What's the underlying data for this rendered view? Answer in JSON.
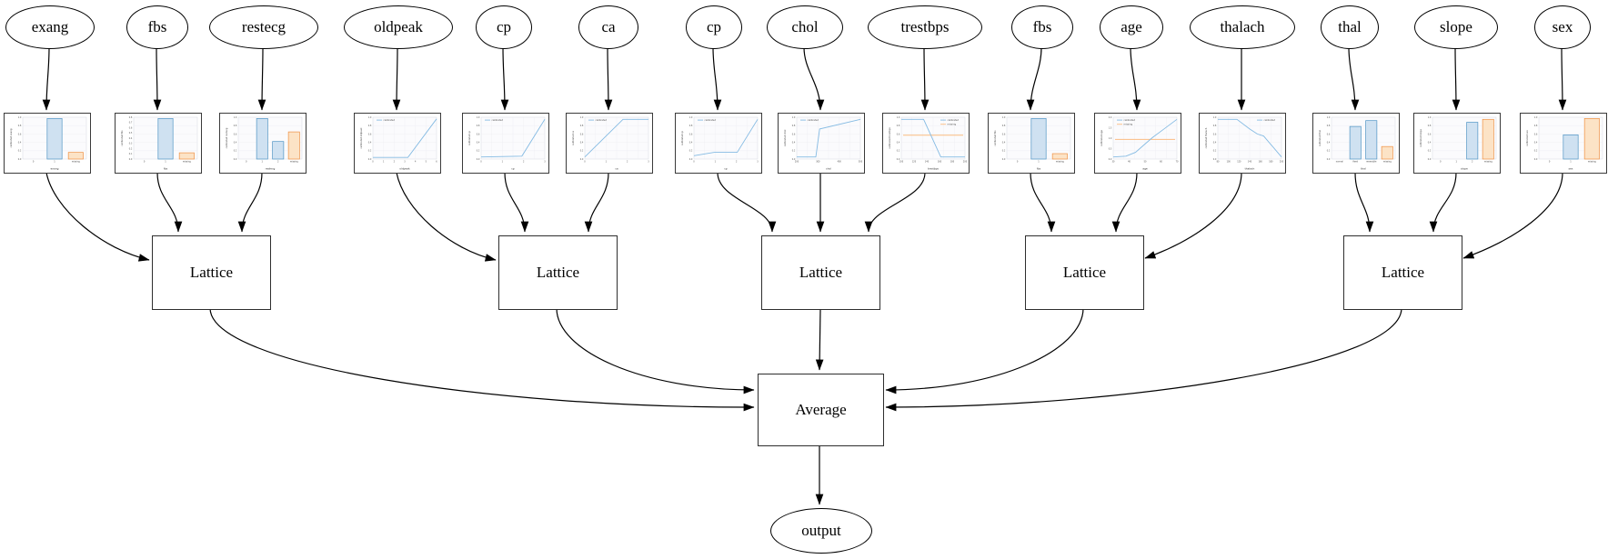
{
  "diagram": {
    "lattice_label": "Lattice",
    "average_label": "Average",
    "output_label": "output"
  },
  "colors": {
    "bar_blue_fill": "#cfe1f1",
    "bar_blue_edge": "#4f94c4",
    "bar_orange_fill": "#fce3c6",
    "bar_orange_edge": "#ef9143",
    "line_blue": "#85bbe3",
    "line_orange": "#fbbd82",
    "edge_black": "#000000"
  },
  "legend_labels": {
    "calibrated": "calibrated",
    "missing": "missing"
  },
  "features": [
    {
      "label": "exang",
      "group": 0,
      "chart": {
        "type": "bar",
        "xlabel": "exang",
        "ylabel": "calibrated exang",
        "yticks": [
          "1.0",
          "0.8",
          "0.6",
          "0.4",
          "0.2",
          "0.0"
        ],
        "categories": [
          "0",
          "1",
          "missing"
        ],
        "values": [
          0,
          0.97,
          0.16
        ],
        "bar_colors": [
          "blue",
          "blue",
          "orange"
        ]
      }
    },
    {
      "label": "fbs",
      "group": 0,
      "chart": {
        "type": "bar",
        "xlabel": "fbs",
        "ylabel": "calibrated fbs",
        "yticks": [
          "0.8",
          "0.7",
          "0.6",
          "0.5",
          "0.4",
          "0.3",
          "0.2",
          "0.1",
          "0.0"
        ],
        "categories": [
          "0",
          "1",
          "missing"
        ],
        "values": [
          0,
          0.97,
          0.15
        ],
        "bar_colors": [
          "blue",
          "blue",
          "orange"
        ]
      }
    },
    {
      "label": "restecg",
      "group": 0,
      "chart": {
        "type": "bar",
        "xlabel": "restecg",
        "ylabel": "calibrated restecg",
        "yticks": [
          "1.0",
          "0.8",
          "0.6",
          "0.4",
          "0.2",
          "0.0"
        ],
        "categories": [
          "0",
          "1",
          "2",
          "missing"
        ],
        "values": [
          0,
          0.97,
          0.42,
          0.65
        ],
        "bar_colors": [
          "blue",
          "blue",
          "blue",
          "orange"
        ]
      }
    },
    {
      "label": "oldpeak",
      "group": 1,
      "chart": {
        "type": "line",
        "xlabel": "oldpeak",
        "ylabel": "calibrated oldpeak",
        "yticks": [
          "1.0",
          "0.8",
          "0.6",
          "0.4",
          "0.2",
          "0.0"
        ],
        "xticks": [
          "0",
          "1",
          "2",
          "3",
          "4",
          "5",
          "6"
        ],
        "points": [
          [
            0,
            0.04
          ],
          [
            0.55,
            0.04
          ],
          [
            1,
            0.96
          ]
        ],
        "legend": [
          "calibrated"
        ],
        "legend_pos": "tl"
      }
    },
    {
      "label": "cp",
      "group": 1,
      "chart": {
        "type": "line",
        "xlabel": "cp",
        "ylabel": "calibrated cp",
        "yticks": [
          "1.0",
          "0.8",
          "0.6",
          "0.4",
          "0.2",
          "0.0"
        ],
        "xticks": [
          "0",
          "1",
          "2",
          "3"
        ],
        "points": [
          [
            0,
            0.05
          ],
          [
            0.64,
            0.07
          ],
          [
            1,
            0.95
          ]
        ],
        "legend": [
          "calibrated"
        ],
        "legend_pos": "tl"
      }
    },
    {
      "label": "ca",
      "group": 1,
      "chart": {
        "type": "line",
        "xlabel": "ca",
        "ylabel": "calibrated ca",
        "yticks": [
          "1.0",
          "0.8",
          "0.6",
          "0.4",
          "0.2",
          "0.0"
        ],
        "xticks": [
          "0",
          "1",
          "2",
          "3"
        ],
        "points": [
          [
            0,
            0.05
          ],
          [
            0.6,
            0.95
          ],
          [
            1,
            0.95
          ]
        ],
        "legend": [
          "calibrated"
        ],
        "legend_pos": "tl"
      }
    },
    {
      "label": "cp",
      "group": 2,
      "chart": {
        "type": "line",
        "xlabel": "cp",
        "ylabel": "calibrated cp",
        "yticks": [
          "1.0",
          "0.8",
          "0.6",
          "0.4",
          "0.2",
          "0.0"
        ],
        "xticks": [
          "0",
          "1",
          "2",
          "3"
        ],
        "points": [
          [
            0,
            0.08
          ],
          [
            0.32,
            0.16
          ],
          [
            0.68,
            0.16
          ],
          [
            1,
            0.95
          ]
        ],
        "legend": [
          "calibrated"
        ],
        "legend_pos": "tl"
      }
    },
    {
      "label": "chol",
      "group": 2,
      "chart": {
        "type": "line",
        "xlabel": "chol",
        "ylabel": "calibrated chol",
        "yticks": [
          "1.0",
          "0.8",
          "0.6",
          "0.4",
          "0.2",
          "0.0"
        ],
        "xticks": [
          "200",
          "300",
          "400",
          "500"
        ],
        "points": [
          [
            0,
            0.05
          ],
          [
            0.3,
            0.05
          ],
          [
            0.36,
            0.72
          ],
          [
            1,
            0.95
          ]
        ],
        "legend": [
          "calibrated"
        ],
        "legend_pos": "tl"
      }
    },
    {
      "label": "trestbps",
      "group": 2,
      "chart": {
        "type": "line",
        "xlabel": "trestbps",
        "ylabel": "calibrated trestbps",
        "yticks": [
          "1.0",
          "0.8",
          "0.6",
          "0.4",
          "0.2",
          "0.0"
        ],
        "xticks": [
          "100",
          "120",
          "140",
          "160",
          "180",
          "200"
        ],
        "points": [
          [
            0,
            0.95
          ],
          [
            0.35,
            0.95
          ],
          [
            0.62,
            0.05
          ],
          [
            1,
            0.05
          ]
        ],
        "missing_line": 0.57,
        "legend": [
          "calibrated",
          "missing"
        ],
        "legend_pos": "tr"
      }
    },
    {
      "label": "fbs",
      "group": 3,
      "chart": {
        "type": "bar",
        "xlabel": "fbs",
        "ylabel": "calibrated fbs",
        "yticks": [
          "1.0",
          "0.8",
          "0.6",
          "0.4",
          "0.2",
          "0.0"
        ],
        "categories": [
          "0",
          "1",
          "missing"
        ],
        "values": [
          0,
          0.97,
          0.13
        ],
        "bar_colors": [
          "blue",
          "blue",
          "orange"
        ]
      }
    },
    {
      "label": "age",
      "group": 3,
      "chart": {
        "type": "line",
        "xlabel": "age",
        "ylabel": "calibrated age",
        "yticks": [
          "2.0",
          "1.5",
          "1.0",
          "0.5",
          "0.0"
        ],
        "xticks": [
          "30",
          "40",
          "50",
          "60",
          "70"
        ],
        "points": [
          [
            0,
            0.05
          ],
          [
            0.2,
            0.07
          ],
          [
            0.35,
            0.16
          ],
          [
            0.5,
            0.36
          ],
          [
            0.62,
            0.52
          ],
          [
            0.78,
            0.7
          ],
          [
            1,
            0.95
          ]
        ],
        "missing_line": 0.47,
        "legend": [
          "calibrated",
          "missing"
        ],
        "legend_pos": "tl"
      }
    },
    {
      "label": "thalach",
      "group": 3,
      "chart": {
        "type": "line",
        "xlabel": "thalach",
        "ylabel": "calibrated thalach",
        "yticks": [
          "1.0",
          "0.8",
          "0.6",
          "0.4",
          "0.2",
          "0.0"
        ],
        "xticks": [
          "80",
          "100",
          "120",
          "140",
          "160",
          "180",
          "200"
        ],
        "points": [
          [
            0,
            0.95
          ],
          [
            0.3,
            0.95
          ],
          [
            0.5,
            0.72
          ],
          [
            0.62,
            0.6
          ],
          [
            0.72,
            0.55
          ],
          [
            1,
            0.05
          ]
        ],
        "legend": [
          "calibrated"
        ],
        "legend_pos": "tr"
      }
    },
    {
      "label": "thal",
      "group": 4,
      "chart": {
        "type": "bar",
        "xlabel": "thal",
        "ylabel": "calibrated thal",
        "yticks": [
          "1.0",
          "0.8",
          "0.6",
          "0.4",
          "0.2",
          "0.0"
        ],
        "categories": [
          "normal",
          "fixed",
          "reversible",
          "missing"
        ],
        "values": [
          0,
          0.78,
          0.92,
          0.3
        ],
        "bar_colors": [
          "blue",
          "blue",
          "blue",
          "orange"
        ]
      }
    },
    {
      "label": "slope",
      "group": 4,
      "chart": {
        "type": "bar",
        "xlabel": "slope",
        "ylabel": "calibrated slope",
        "yticks": [
          "1.0",
          "0.8",
          "0.6",
          "0.4",
          "0.2",
          "0.0"
        ],
        "categories": [
          "0",
          "1",
          "2",
          "missing"
        ],
        "values": [
          0,
          0,
          0.88,
          0.95
        ],
        "bar_colors": [
          "blue",
          "blue",
          "blue",
          "orange"
        ]
      }
    },
    {
      "label": "sex",
      "group": 4,
      "chart": {
        "type": "bar",
        "xlabel": "sex",
        "ylabel": "calibrated sex",
        "yticks": [
          "1.0",
          "0.8",
          "0.6",
          "0.4",
          "0.2",
          "0.0"
        ],
        "categories": [
          "0",
          "1",
          "missing"
        ],
        "values": [
          0,
          0.58,
          0.97
        ],
        "bar_colors": [
          "blue",
          "blue",
          "orange"
        ]
      }
    }
  ]
}
